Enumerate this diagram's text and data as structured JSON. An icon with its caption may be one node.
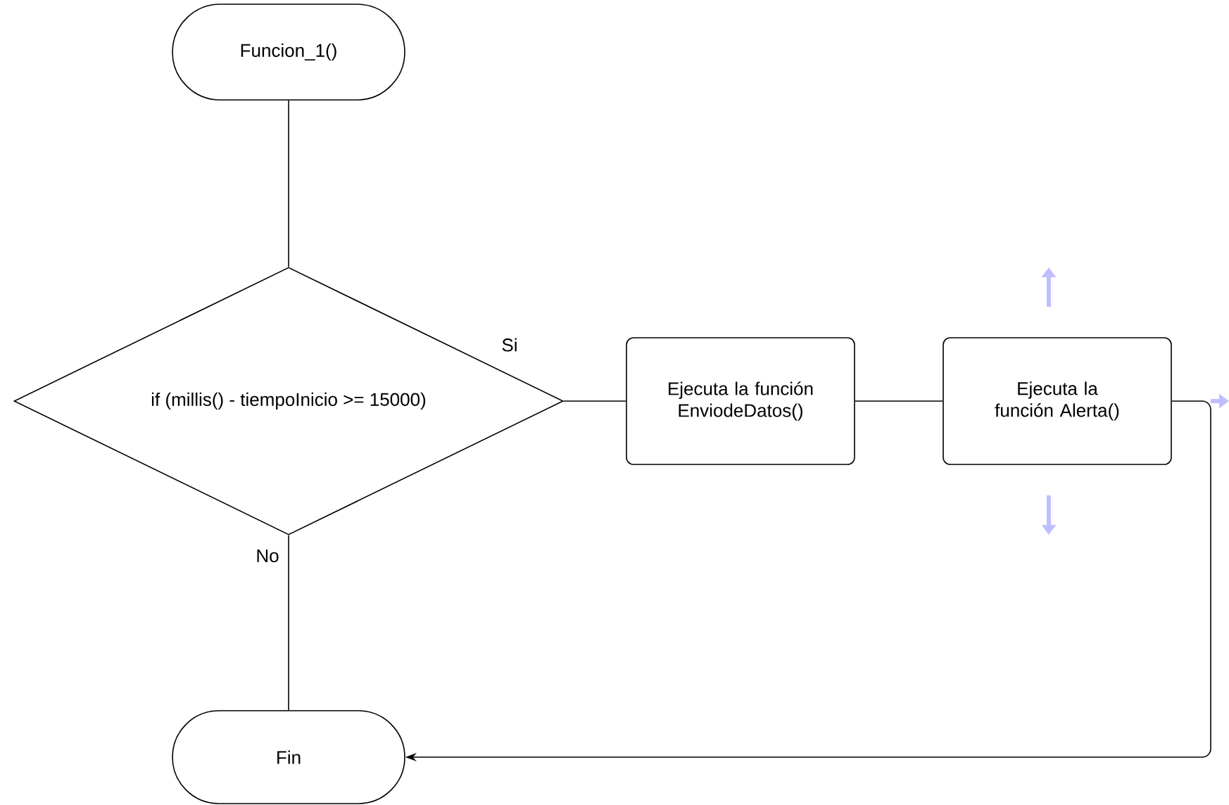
{
  "diagram": {
    "nodes": [
      {
        "text": [
          "Funcion_1()"
        ]
      },
      {
        "text": [
          "if (millis() - tiempoInicio >= 15000)"
        ]
      },
      {
        "text": [
          "Ejecuta la función EnviodeDatos()"
        ]
      },
      {
        "text": [
          "Ejecuta la función Alerta()"
        ]
      },
      {
        "text": [
          "Fin"
        ]
      }
    ],
    "edges": [
      {
        "from": 0,
        "to": 1,
        "arrow": "none"
      },
      {
        "from": 1,
        "to": 2,
        "arrow": "none",
        "label": "Si"
      },
      {
        "from": 2,
        "to": 3,
        "arrow": "none"
      },
      {
        "from": 3,
        "to": 4,
        "arrow": "to"
      },
      {
        "from": 1,
        "to": 4,
        "arrow": "none",
        "label": "No"
      }
    ]
  }
}
